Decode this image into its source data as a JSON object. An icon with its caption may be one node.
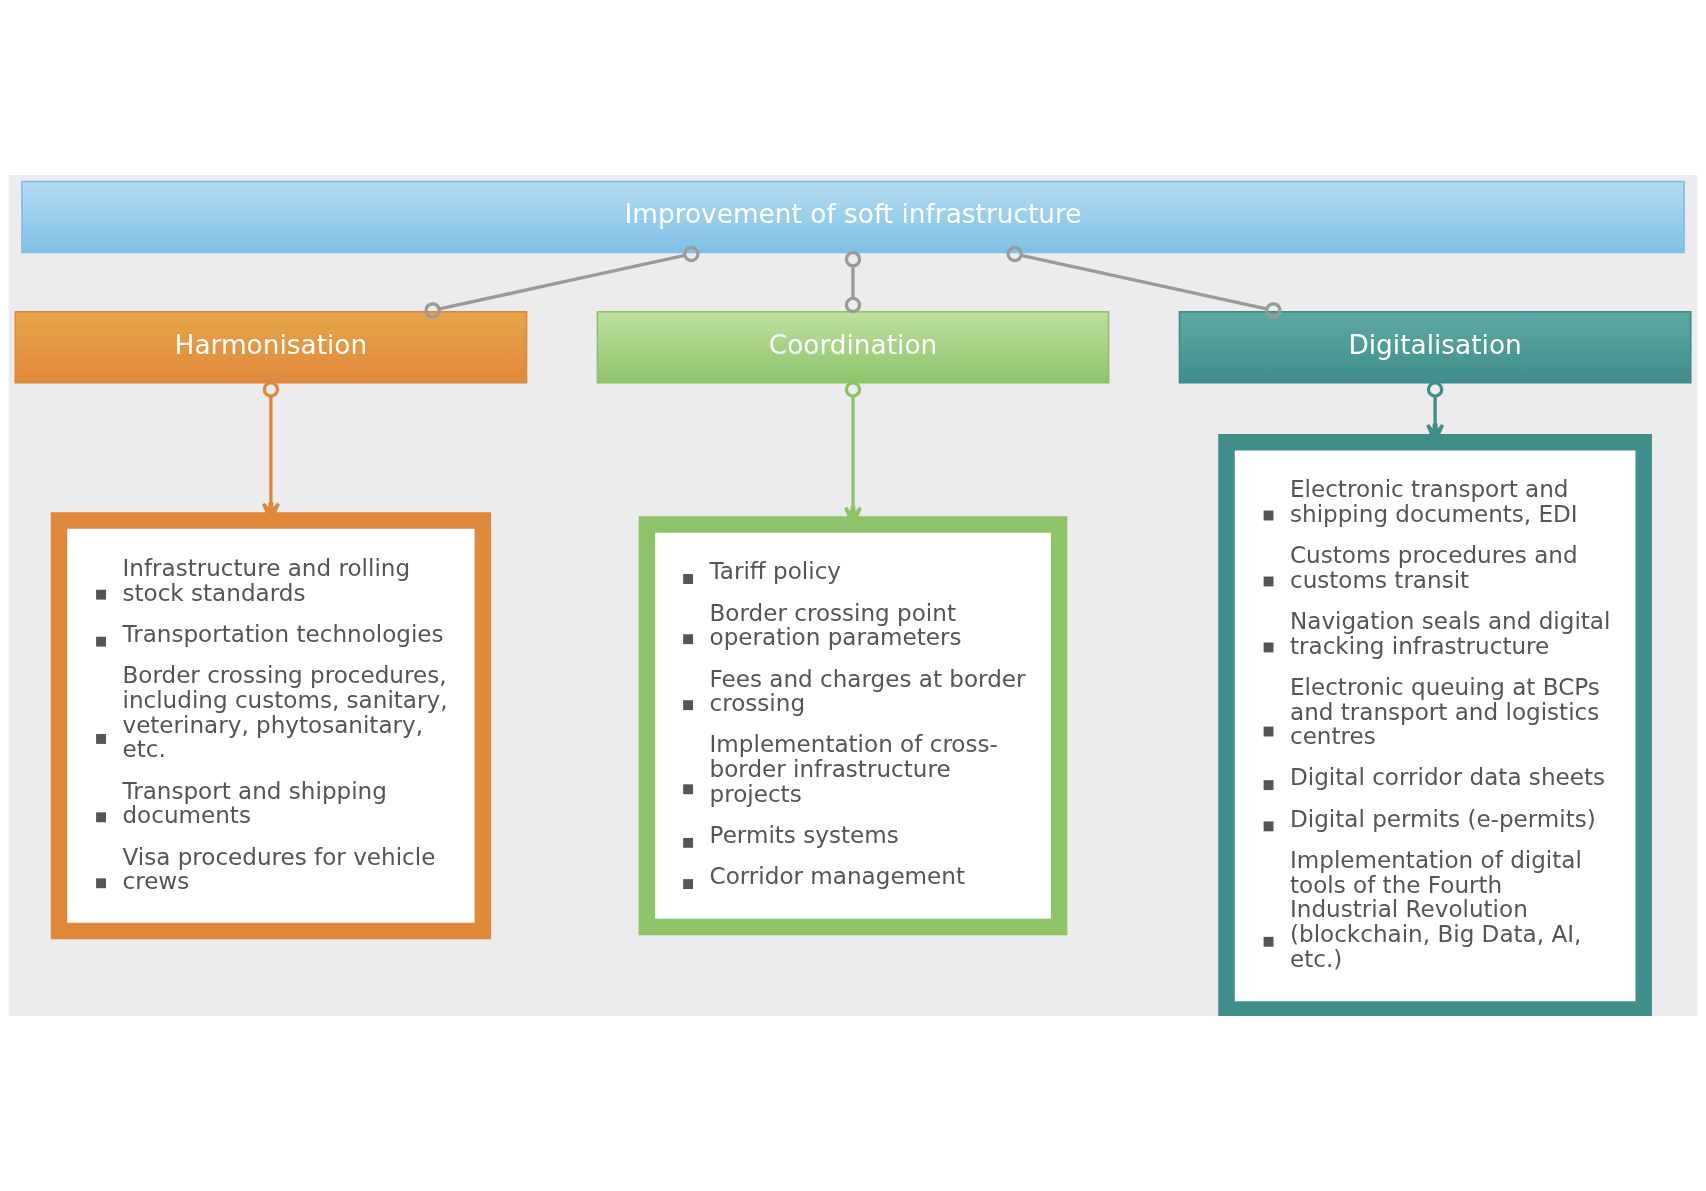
{
  "diagram": {
    "nodes": [
      {
        "text": [
          "Improvement of soft infrastructure"
        ]
      },
      {
        "text": [
          "Harmonisation"
        ]
      },
      {
        "text": [
          "Coordination"
        ]
      },
      {
        "text": [
          "Digitalisation"
        ]
      },
      {
        "text": [
          "Infrastructure and rolling stock standards",
          "Transportation technologies",
          "Border crossing procedures, including customs, sanitary, veterinary, phytosanitary, etc.",
          "Transport and shipping documents",
          "Visa procedures for vehicle crews"
        ]
      },
      {
        "text": [
          "Tariff policy",
          "Border crossing point operation parameters",
          "Fees and charges at border crossing",
          "Implementation of cross-border infrastructure projects",
          "Permits systems",
          "Corridor management"
        ]
      },
      {
        "text": [
          "Electronic transport and shipping documents, EDI",
          "Customs procedures and customs transit",
          "Navigation seals and digital tracking infrastructure",
          "Electronic queuing at BCPs and transport and logistics centres",
          "Digital corridor data sheets",
          "Digital permits (e-permits)",
          "Implementation of digital tools of the Fourth Industrial Revolution (blockchain, Big Data, AI, etc.)"
        ]
      }
    ],
    "edges": [
      {
        "from": 0,
        "to": 1,
        "arrow": "other"
      },
      {
        "from": 0,
        "to": 2,
        "arrow": "other"
      },
      {
        "from": 0,
        "to": 3,
        "arrow": "other"
      },
      {
        "from": 1,
        "to": 4,
        "arrow": "to",
        "color": "#e0883a"
      },
      {
        "from": 2,
        "to": 5,
        "arrow": "to",
        "color": "#8ec36a"
      },
      {
        "from": 3,
        "to": 6,
        "arrow": "to",
        "color": "#3f8e8a"
      }
    ]
  }
}
